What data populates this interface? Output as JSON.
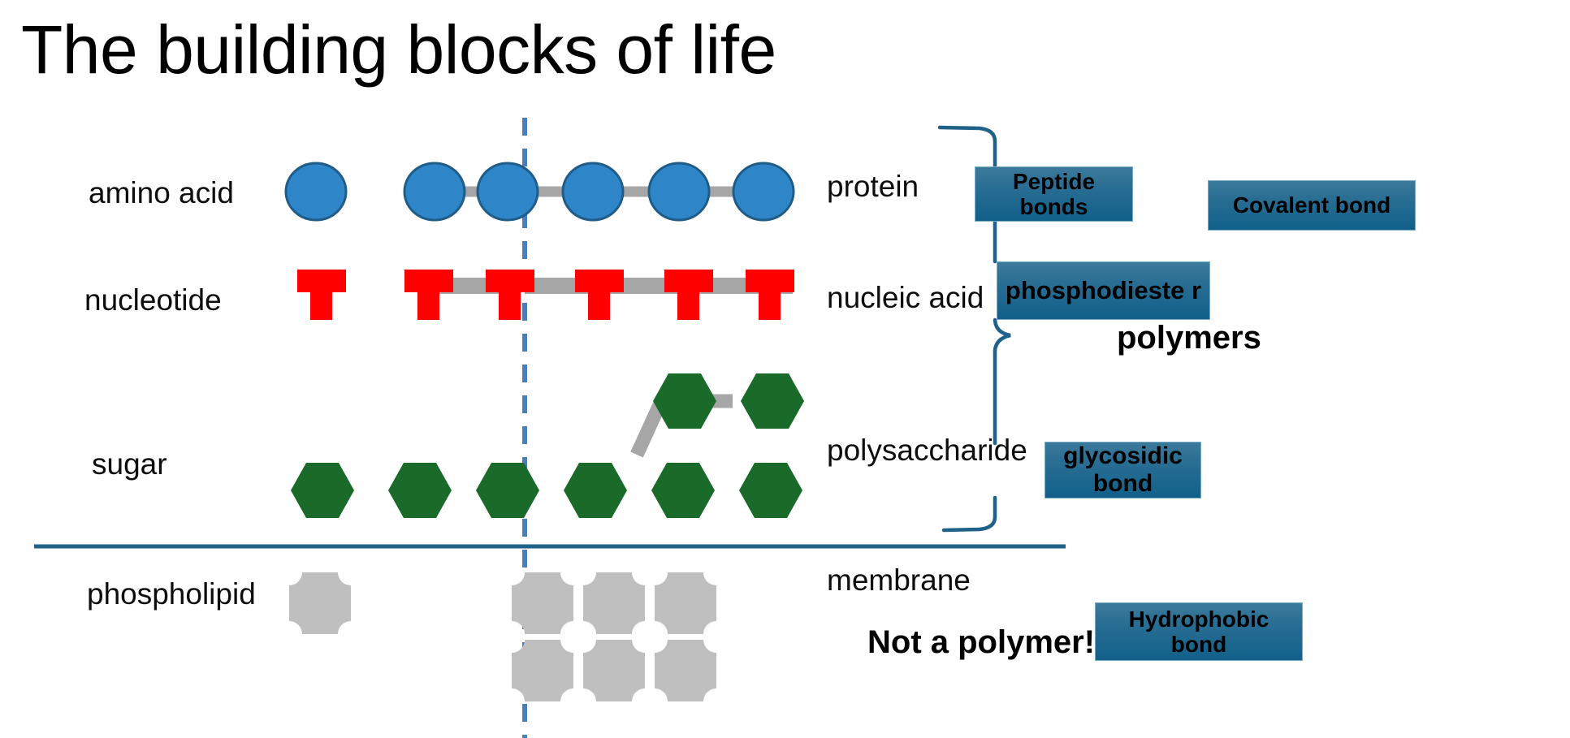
{
  "title": "The building blocks of life",
  "monomer_labels": [
    {
      "id": "amino-acid",
      "text": "amino acid"
    },
    {
      "id": "nucleotide",
      "text": "nucleotide"
    },
    {
      "id": "sugar",
      "text": "sugar"
    },
    {
      "id": "phospholipid",
      "text": "phospholipid"
    }
  ],
  "polymer_labels": [
    {
      "id": "protein",
      "text": "protein"
    },
    {
      "id": "nucleic-acid",
      "text": "nucleic acid"
    },
    {
      "id": "polysaccharide",
      "text": "polysaccharide"
    },
    {
      "id": "membrane",
      "text": "membrane"
    }
  ],
  "bond_boxes": [
    {
      "id": "peptide-bonds",
      "text": "Peptide bonds"
    },
    {
      "id": "covalent-bond",
      "text": "Covalent bond"
    },
    {
      "id": "phosphodiester",
      "text": "phosphodieste r"
    },
    {
      "id": "glycosidic-bond",
      "text": "glycosidic bond"
    },
    {
      "id": "hydrophobic-bond",
      "text": "Hydrophobic bond"
    }
  ],
  "annotations": {
    "polymers": "polymers",
    "not_a_polymer": "Not a polymer!"
  },
  "colors": {
    "amino_acid_fill": "#2e86c8",
    "amino_acid_stroke": "#1f5c87",
    "nucleotide_fill": "#fe0000",
    "sugar_fill": "#1a6b2a",
    "phospholipid_fill": "#bfbfbf",
    "bond_link": "#a6a6a6",
    "divider_line": "#1f6188",
    "dashed_line": "#4a7ebb",
    "box_top": "#3c7a9b",
    "box_bottom": "#11608a",
    "box_border": "#7badc9",
    "text": "#0d0d0d"
  },
  "diagram_rows": [
    {
      "monomer": "amino acid",
      "shape": "circle",
      "single_count": 1,
      "chain_count": 5,
      "polymer": "protein"
    },
    {
      "monomer": "nucleotide",
      "shape": "t-shape",
      "single_count": 1,
      "chain_count": 5,
      "polymer": "nucleic acid"
    },
    {
      "monomer": "sugar",
      "shape": "hexagon",
      "single_count": 1,
      "chain_count": 5,
      "branch_count": 2,
      "polymer": "polysaccharide"
    },
    {
      "monomer": "phospholipid",
      "shape": "rounded-square",
      "single_count": 1,
      "chain_count": 6,
      "polymer": "membrane"
    }
  ]
}
